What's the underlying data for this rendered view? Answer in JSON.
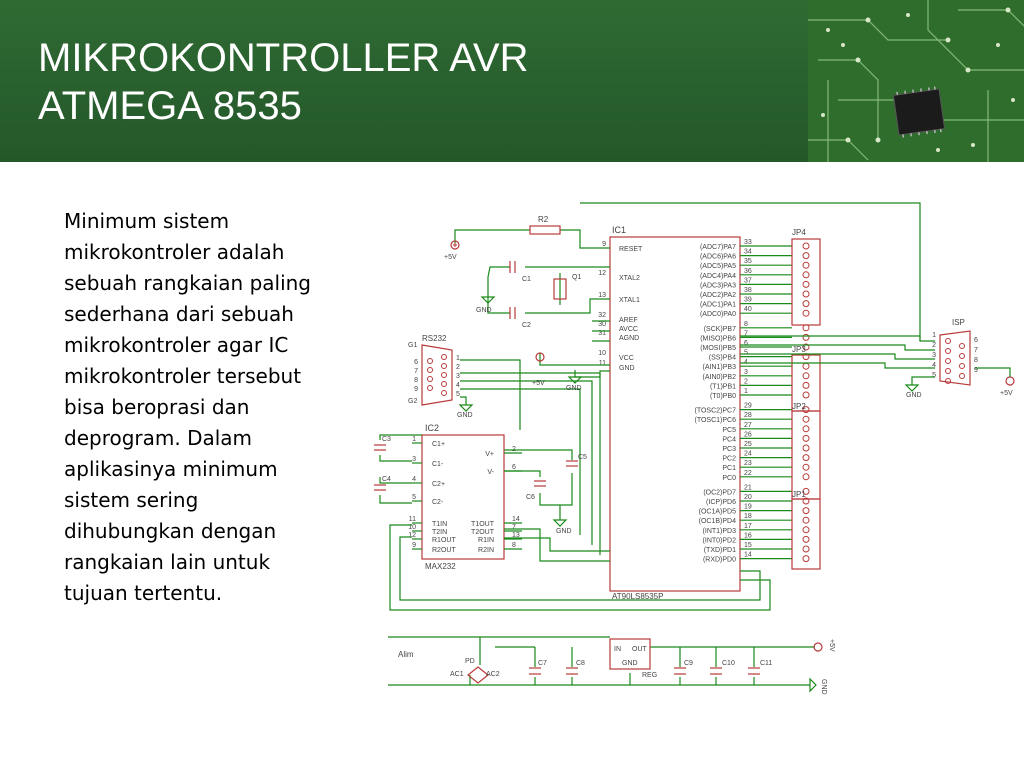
{
  "slide": {
    "title_lines": [
      "MIKROKONTROLLER AVR",
      "ATMEGA 8535"
    ],
    "body_lines": [
      "Minimum sistem",
      "mikrokontroler adalah",
      "sebuah rangkaian paling",
      "sederhana dari sebuah",
      "mikrokontroler agar IC",
      "mikrokontroler tersebut",
      "bisa beroprasi dan",
      "deprogram. Dalam",
      "aplikasinya minimum",
      "sistem sering",
      "dihubungkan dengan",
      "rangkaian lain untuk",
      "tujuan tertentu."
    ]
  },
  "schematic": {
    "ic1": {
      "ref": "IC1",
      "part": "AT90LS8535P",
      "left_pins": [
        {
          "num": "9",
          "name": "RESET"
        },
        {
          "num": "12",
          "name": "XTAL2"
        },
        {
          "num": "13",
          "name": "XTAL1"
        },
        {
          "num": "32",
          "name": "AREF"
        },
        {
          "num": "30",
          "name": "AVCC"
        },
        {
          "num": "31",
          "name": "AGND"
        },
        {
          "num": "10",
          "name": "VCC"
        },
        {
          "num": "11",
          "name": "GND"
        }
      ],
      "right_pins": [
        {
          "num": "33",
          "name": "(ADC7)PA7"
        },
        {
          "num": "34",
          "name": "(ADC6)PA6"
        },
        {
          "num": "35",
          "name": "(ADC5)PA5"
        },
        {
          "num": "36",
          "name": "(ADC4)PA4"
        },
        {
          "num": "37",
          "name": "(ADC3)PA3"
        },
        {
          "num": "38",
          "name": "(ADC2)PA2"
        },
        {
          "num": "39",
          "name": "(ADC1)PA1"
        },
        {
          "num": "40",
          "name": "(ADC0)PA0"
        },
        {
          "num": "8",
          "name": "(SCK)PB7"
        },
        {
          "num": "7",
          "name": "(MISO)PB6"
        },
        {
          "num": "6",
          "name": "(MOSI)PB5"
        },
        {
          "num": "5",
          "name": "(SS)PB4"
        },
        {
          "num": "4",
          "name": "(AIN1)PB3"
        },
        {
          "num": "3",
          "name": "(AIN0)PB2"
        },
        {
          "num": "2",
          "name": "(T1)PB1"
        },
        {
          "num": "1",
          "name": "(T0)PB0"
        },
        {
          "num": "29",
          "name": "(TOSC2)PC7"
        },
        {
          "num": "28",
          "name": "(TOSC1)PC6"
        },
        {
          "num": "27",
          "name": "PC5"
        },
        {
          "num": "26",
          "name": "PC4"
        },
        {
          "num": "25",
          "name": "PC3"
        },
        {
          "num": "24",
          "name": "PC2"
        },
        {
          "num": "23",
          "name": "PC1"
        },
        {
          "num": "22",
          "name": "PC0"
        },
        {
          "num": "21",
          "name": "(OC2)PD7"
        },
        {
          "num": "20",
          "name": "(ICP)PD6"
        },
        {
          "num": "19",
          "name": "(OC1A)PD5"
        },
        {
          "num": "18",
          "name": "(OC1B)PD4"
        },
        {
          "num": "17",
          "name": "(INT1)PD3"
        },
        {
          "num": "16",
          "name": "(INT0)PD2"
        },
        {
          "num": "15",
          "name": "(TXD)PD1"
        },
        {
          "num": "14",
          "name": "(RXD)PD0"
        }
      ]
    },
    "ic2": {
      "ref": "IC2",
      "part": "MAX232",
      "left_pins": [
        {
          "num": "1",
          "name": "C1+"
        },
        {
          "num": "3",
          "name": "C1-"
        },
        {
          "num": "4",
          "name": "C2+"
        },
        {
          "num": "5",
          "name": "C2-"
        },
        {
          "num": "11",
          "name": "T1IN"
        },
        {
          "num": "10",
          "name": "T2IN"
        },
        {
          "num": "12",
          "name": "R1OUT"
        },
        {
          "num": "9",
          "name": "R2OUT"
        }
      ],
      "right_pins": [
        {
          "num": "2",
          "name": "V+"
        },
        {
          "num": "6",
          "name": "V-"
        },
        {
          "num": "14",
          "name": "T1OUT"
        },
        {
          "num": "7",
          "name": "T2OUT"
        },
        {
          "num": "13",
          "name": "R1IN"
        },
        {
          "num": "8",
          "name": "R2IN"
        }
      ]
    },
    "labels": {
      "r2": "R2",
      "c1": "C1",
      "c2": "C2",
      "q1": "Q1",
      "c3": "C3",
      "c4": "C4",
      "c5": "C5",
      "c6": "C6",
      "c7": "C7",
      "c8": "C8",
      "c9": "C9",
      "c10": "C10",
      "c11": "C11",
      "rs232": "RS232",
      "g1": "G1",
      "g2": "G2",
      "isp": "ISP",
      "jp1": "JP1",
      "jp2": "JP2",
      "jp3": "JP3",
      "jp4": "JP4",
      "vcc": "+5V",
      "gnd": "GND",
      "alim": "Alim",
      "reg": "REG",
      "reg_in": "IN",
      "reg_out": "OUT",
      "reg_gnd": "GND",
      "ac1": "AC1",
      "ac2": "AC2",
      "pd": "PD"
    },
    "db9_pins_left": [
      "6",
      "7",
      "8",
      "9"
    ],
    "db9_pins_right": [
      "1",
      "2",
      "3",
      "4",
      "5"
    ],
    "isp_pins_left": [
      "1",
      "2",
      "3",
      "4",
      "5"
    ],
    "isp_pins_right": [
      "6",
      "7",
      "8",
      "9"
    ],
    "colors": {
      "wire": "#1a8a1a",
      "part": "#b83a3a",
      "label": "#444444",
      "header": "#2c6530"
    }
  }
}
